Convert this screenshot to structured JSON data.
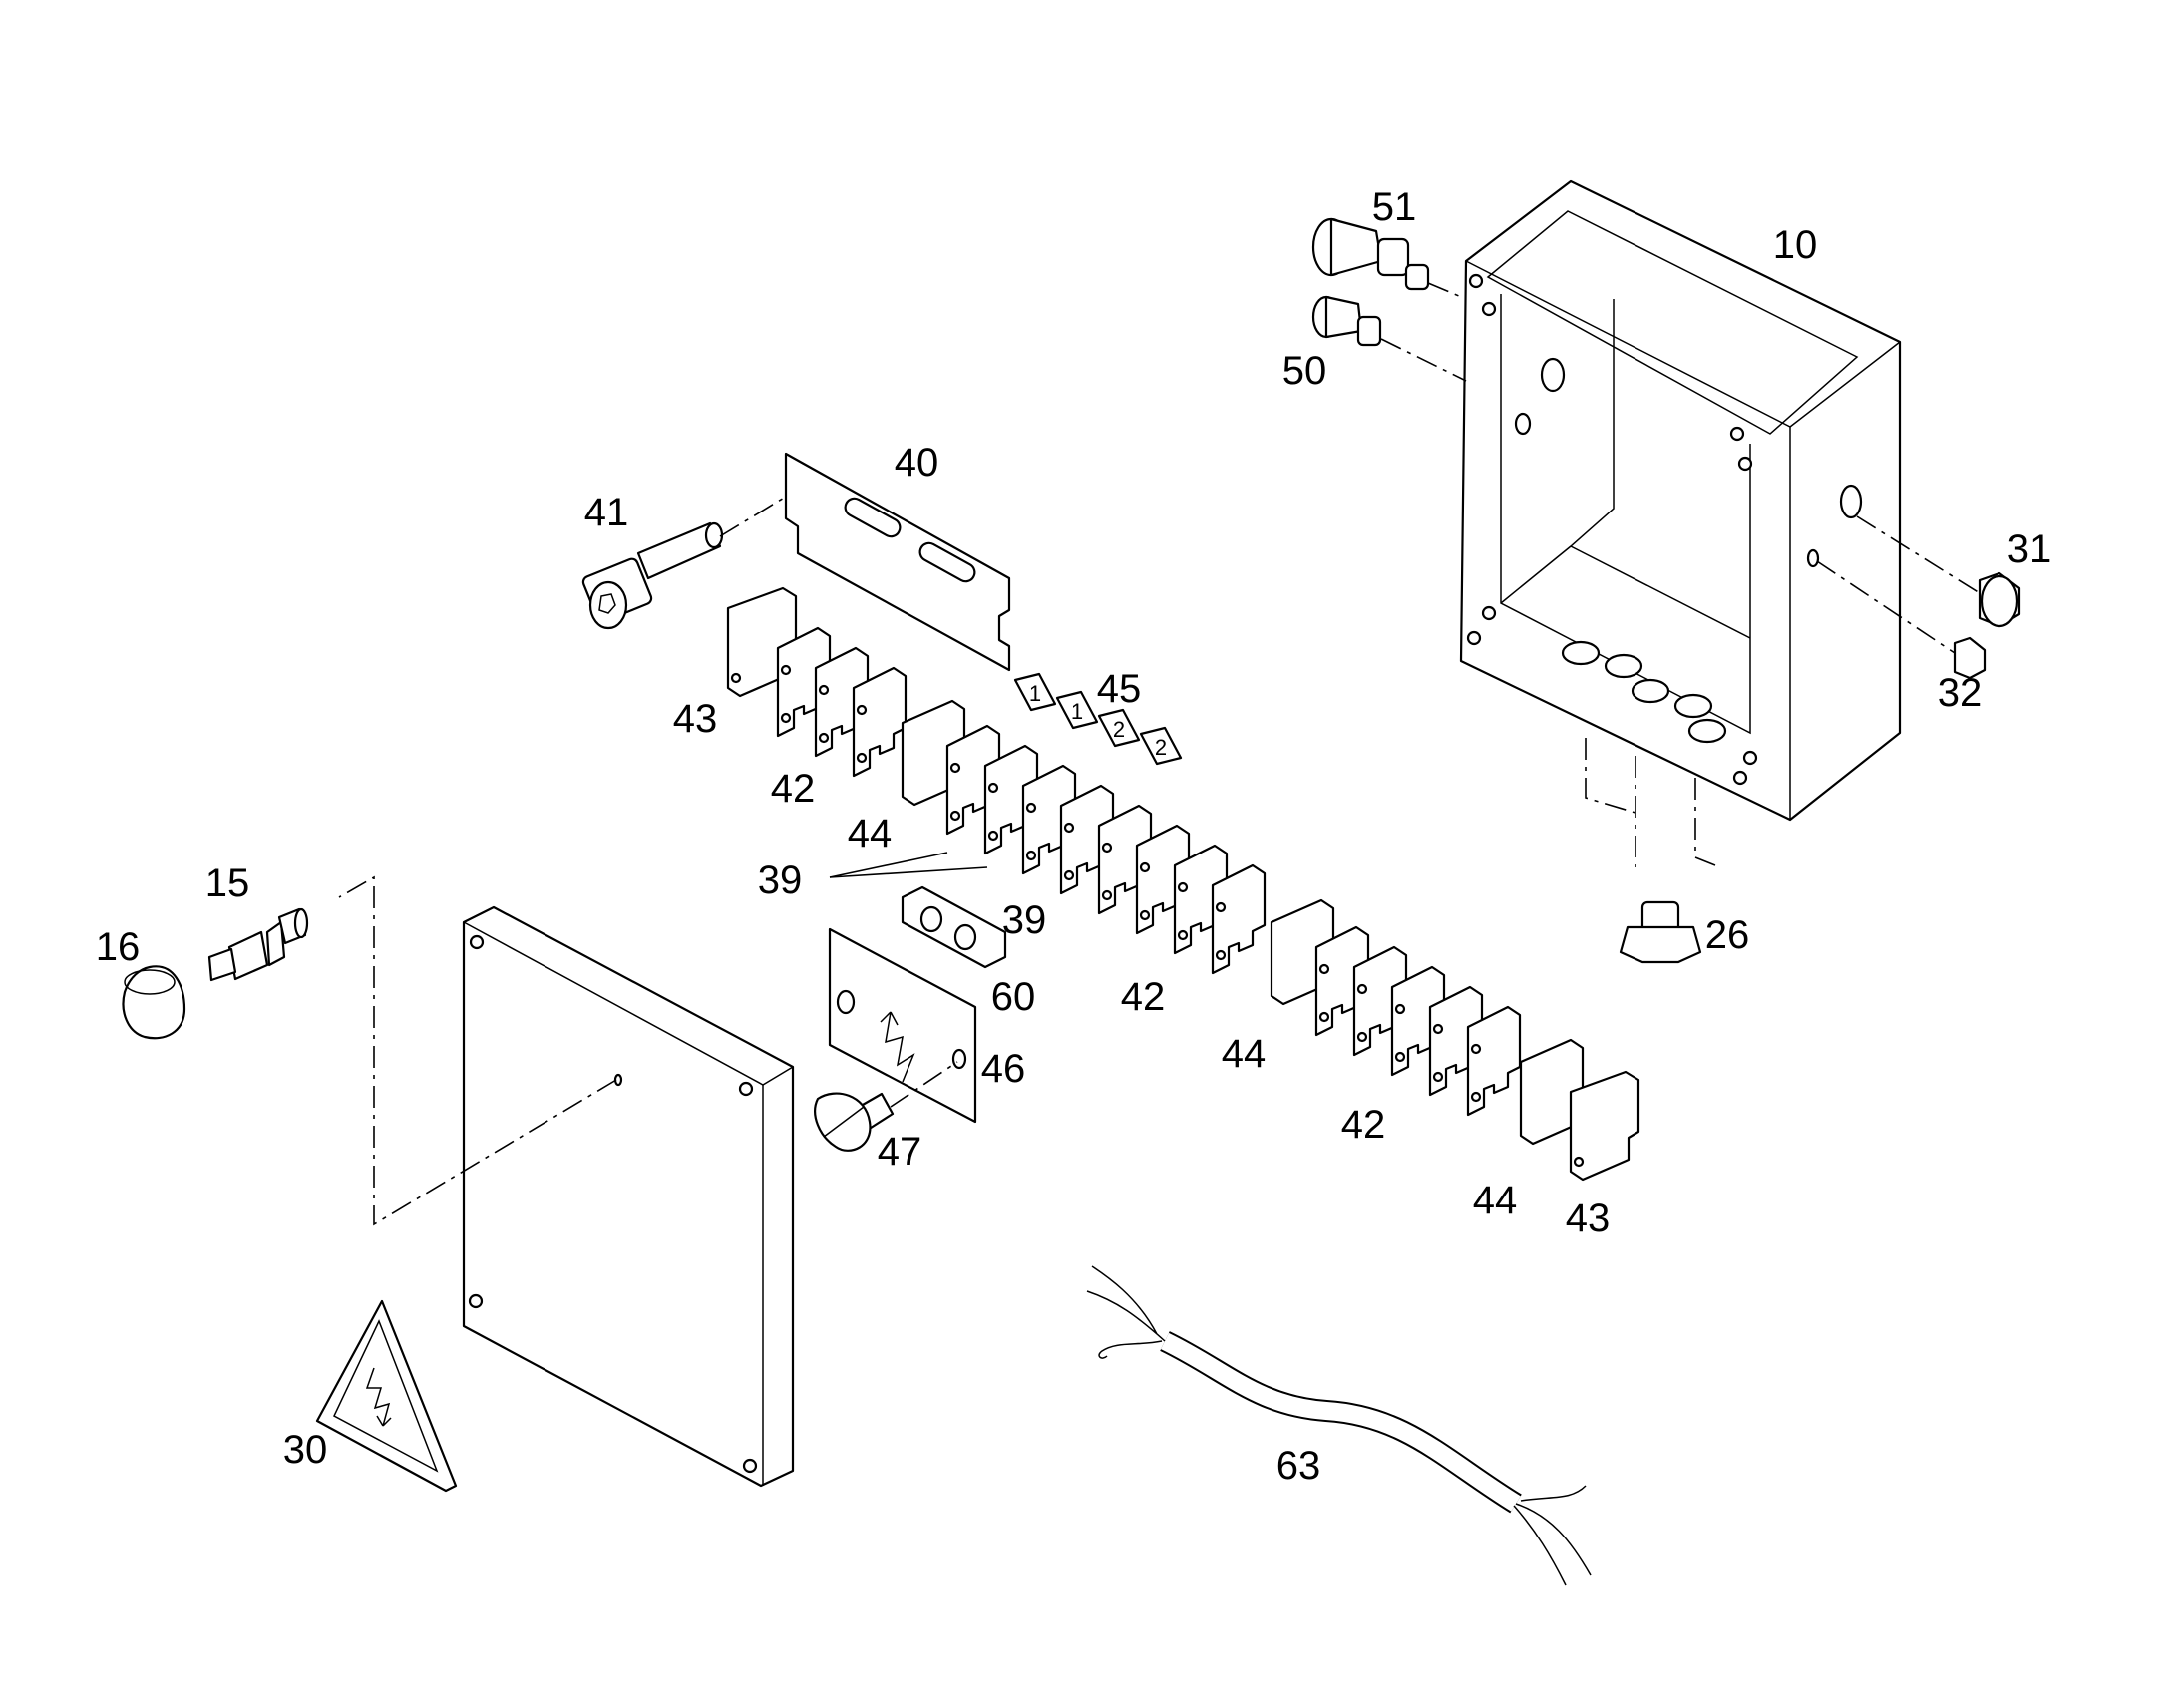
{
  "diagram": {
    "callouts": [
      {
        "id": "lbl-10",
        "text": "10"
      },
      {
        "id": "lbl-51",
        "text": "51"
      },
      {
        "id": "lbl-50",
        "text": "50"
      },
      {
        "id": "lbl-40",
        "text": "40"
      },
      {
        "id": "lbl-41",
        "text": "41"
      },
      {
        "id": "lbl-31",
        "text": "31"
      },
      {
        "id": "lbl-32",
        "text": "32"
      },
      {
        "id": "lbl-45",
        "text": "45"
      },
      {
        "id": "lbl-43a",
        "text": "43"
      },
      {
        "id": "lbl-42a",
        "text": "42"
      },
      {
        "id": "lbl-44a",
        "text": "44"
      },
      {
        "id": "lbl-39a",
        "text": "39"
      },
      {
        "id": "lbl-39b",
        "text": "39"
      },
      {
        "id": "lbl-26",
        "text": "26"
      },
      {
        "id": "lbl-15",
        "text": "15"
      },
      {
        "id": "lbl-16",
        "text": "16"
      },
      {
        "id": "lbl-60",
        "text": "60"
      },
      {
        "id": "lbl-42b",
        "text": "42"
      },
      {
        "id": "lbl-46",
        "text": "46"
      },
      {
        "id": "lbl-47",
        "text": "47"
      },
      {
        "id": "lbl-44b",
        "text": "44"
      },
      {
        "id": "lbl-42c",
        "text": "42"
      },
      {
        "id": "lbl-44c",
        "text": "44"
      },
      {
        "id": "lbl-43b",
        "text": "43"
      },
      {
        "id": "lbl-30",
        "text": "30"
      },
      {
        "id": "lbl-63",
        "text": "63"
      }
    ],
    "marker_chars": [
      "1",
      "1",
      "2",
      "2"
    ]
  }
}
